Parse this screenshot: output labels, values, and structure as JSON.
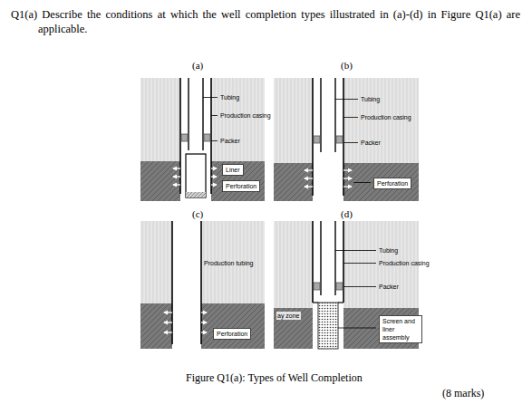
{
  "diagram": {
    "caption": "Figure Q1(a): Types of Well Completion",
    "labels": [
      "Q1(a) Describe the conditions at which the well completion types illustrated in (a)-(d) in Figure Q1(a) are applicable.",
      "(a)",
      "Tubing",
      "Production casing",
      "Packer",
      "Liner",
      "Perforation",
      "(b)",
      "Tubing",
      "Production casing",
      "Packer",
      "Perforation",
      "(c)",
      "Production tubing",
      "Perforation",
      "(d)",
      "ay zone",
      "Tubing",
      "Production casing",
      "Packer",
      "Screen and liner assembly",
      "(8 marks)"
    ]
  }
}
